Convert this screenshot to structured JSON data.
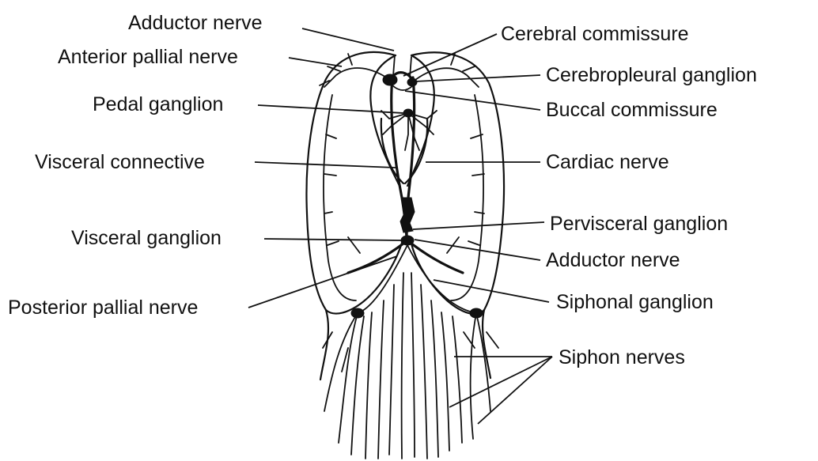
{
  "labels": {
    "adductor_nerve_top": "Adductor nerve",
    "anterior_pallial_nerve": "Anterior pallial nerve",
    "pedal_ganglion": "Pedal ganglion",
    "visceral_connective": "Visceral connective",
    "visceral_ganglion": "Visceral ganglion",
    "posterior_pallial_nerve": "Posterior pallial nerve",
    "cerebral_commissure": "Cerebral commissure",
    "cerebropleural_ganglion": "Cerebropleural ganglion",
    "buccal_commissure": "Buccal commissure",
    "cardiac_nerve": "Cardiac nerve",
    "pervisceral_ganglion": "Pervisceral ganglion",
    "adductor_nerve_right": "Adductor nerve",
    "siphonal_ganglion": "Siphonal ganglion",
    "siphon_nerves": "Siphon nerves"
  },
  "colors": {
    "ink": "#111111",
    "background": "#ffffff"
  }
}
